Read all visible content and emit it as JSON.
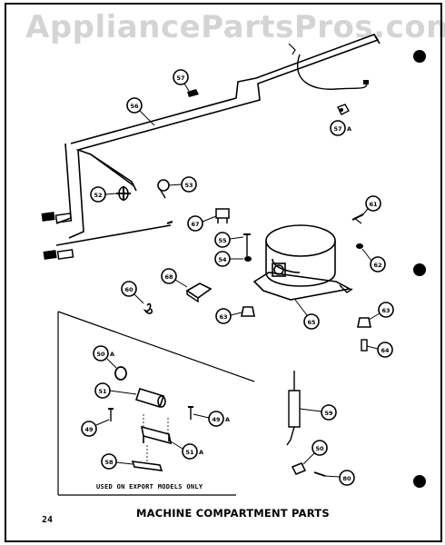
{
  "watermark": "AppliancePartsPros.com",
  "title": "MACHINE COMPARTMENT PARTS",
  "page_number": "24",
  "note": "USED ON EXPORT MODELS ONLY",
  "callouts": {
    "c57": "57",
    "c56": "56",
    "c57a": "57",
    "c57a_suffix": "A",
    "c52": "52",
    "c53": "53",
    "c67": "67",
    "c61": "61",
    "c55": "55",
    "c54": "54",
    "c62": "62",
    "c68": "68",
    "c60": "60",
    "c63": "63",
    "c65": "65",
    "c63b": "63",
    "c64": "64",
    "c50a": "50",
    "c50a_suffix": "A",
    "c51": "51",
    "c49": "49",
    "c49a": "49",
    "c49a_suffix": "A",
    "c51a": "51",
    "c51a_suffix": "A",
    "c58": "58",
    "c59": "59",
    "c50": "50",
    "c80": "80"
  }
}
